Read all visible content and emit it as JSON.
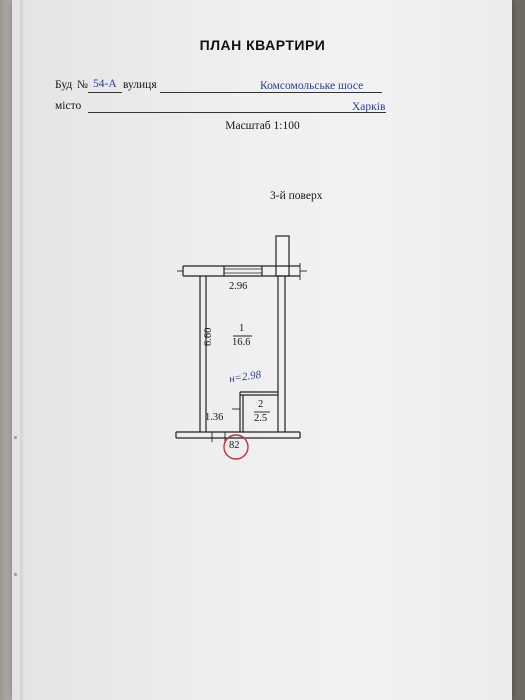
{
  "header": {
    "title": "ПЛАН КВАРТИРИ"
  },
  "address": {
    "building_label": "Буд",
    "building_number_prefix": "№",
    "building_number": "54-А",
    "street_label": "вулиця",
    "street_value": "Комсомольське шосе",
    "city_label": "місто",
    "city_value": "Харків"
  },
  "scale_text": "Масштаб 1:100",
  "floor_text": "3-й поверх",
  "plan": {
    "width_dimension": "2.96",
    "length_dimension": "6.60",
    "room_1_number": "1",
    "room_1_area": "16.6",
    "height_note": "н=2.98",
    "room_2_number": "2",
    "room_2_area": "2.5",
    "room_2_dimension": "1.36",
    "entrance_number": "82"
  },
  "colors": {
    "ink": "#151515",
    "pen_blue": "#2c3f8c",
    "pen_red": "#c0323a",
    "paper": "#eeeef0"
  }
}
